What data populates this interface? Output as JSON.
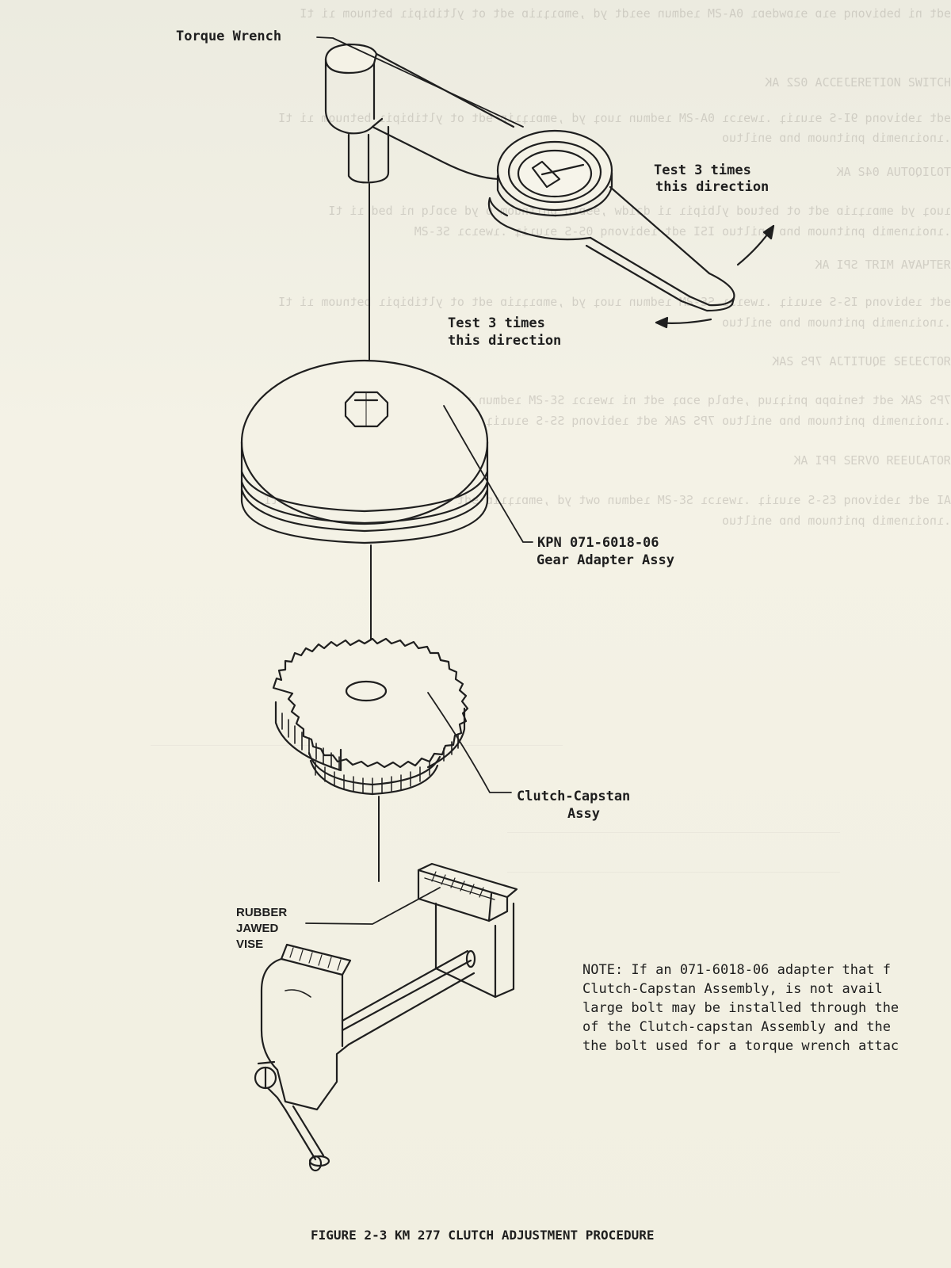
{
  "labels": {
    "torque_wrench": "Torque Wrench",
    "test_upper_line1": "Test 3 times",
    "test_upper_line2": "this direction",
    "test_lower_line1": "Test 3 times",
    "test_lower_line2": "this direction",
    "gear_adapter_line1": "KPN 071-6018-06",
    "gear_adapter_line2": "Gear Adapter Assy",
    "clutch_line1": "Clutch-Capstan",
    "clutch_line2": "Assy",
    "vise_line1": "RUBBER",
    "vise_line2": "JAWED",
    "vise_line3": "VISE"
  },
  "note": {
    "line1": "NOTE: If an 071-6018-06 adapter that f",
    "line2": "Clutch-Capstan Assembly, is not avail",
    "line3": "large bolt may be installed through the",
    "line4": "of the Clutch-capstan Assembly and the",
    "line5": "the bolt used for a torque wrench attac"
  },
  "caption": "FIGURE 2-3 KM 277 CLUTCH ADJUSTMENT PROCEDURE"
}
